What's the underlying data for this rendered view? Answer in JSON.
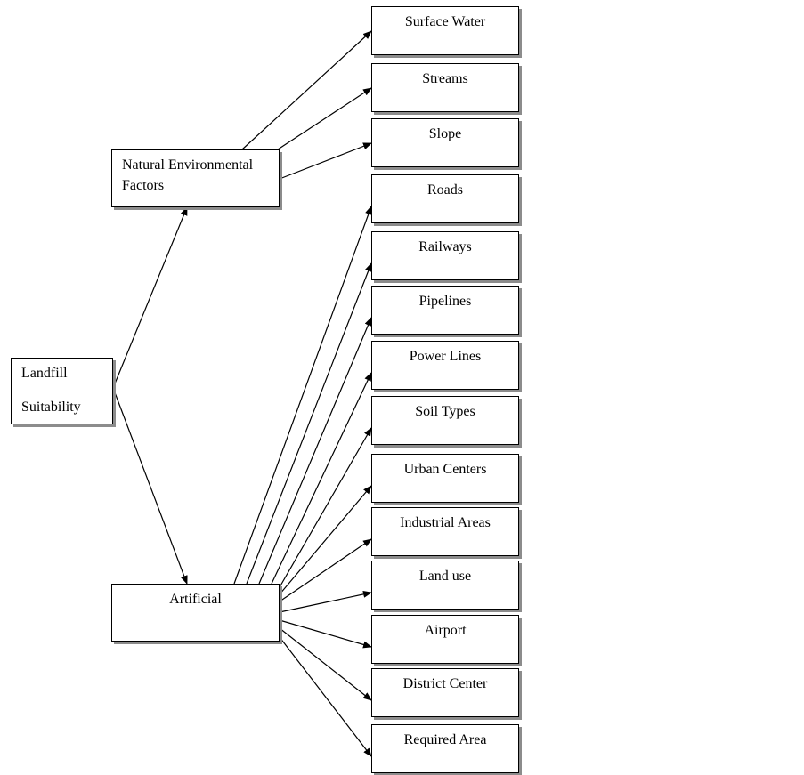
{
  "root": {
    "line1": "Landfill",
    "line2": "Suitability"
  },
  "natural": {
    "line1": "Natural Environmental",
    "line2": "Factors"
  },
  "artificial": {
    "label": "Artificial"
  },
  "factors": [
    "Surface Water",
    "Streams",
    "Slope",
    "Roads",
    "Railways",
    "Pipelines",
    "Power Lines",
    "Soil Types",
    "Urban Centers",
    "Industrial Areas",
    "Land use",
    "Airport",
    "District Center",
    "Required Area"
  ],
  "natural_children": [
    0,
    1,
    2
  ],
  "artificial_children": [
    3,
    4,
    5,
    6,
    7,
    8,
    9,
    10,
    11,
    12,
    13
  ]
}
